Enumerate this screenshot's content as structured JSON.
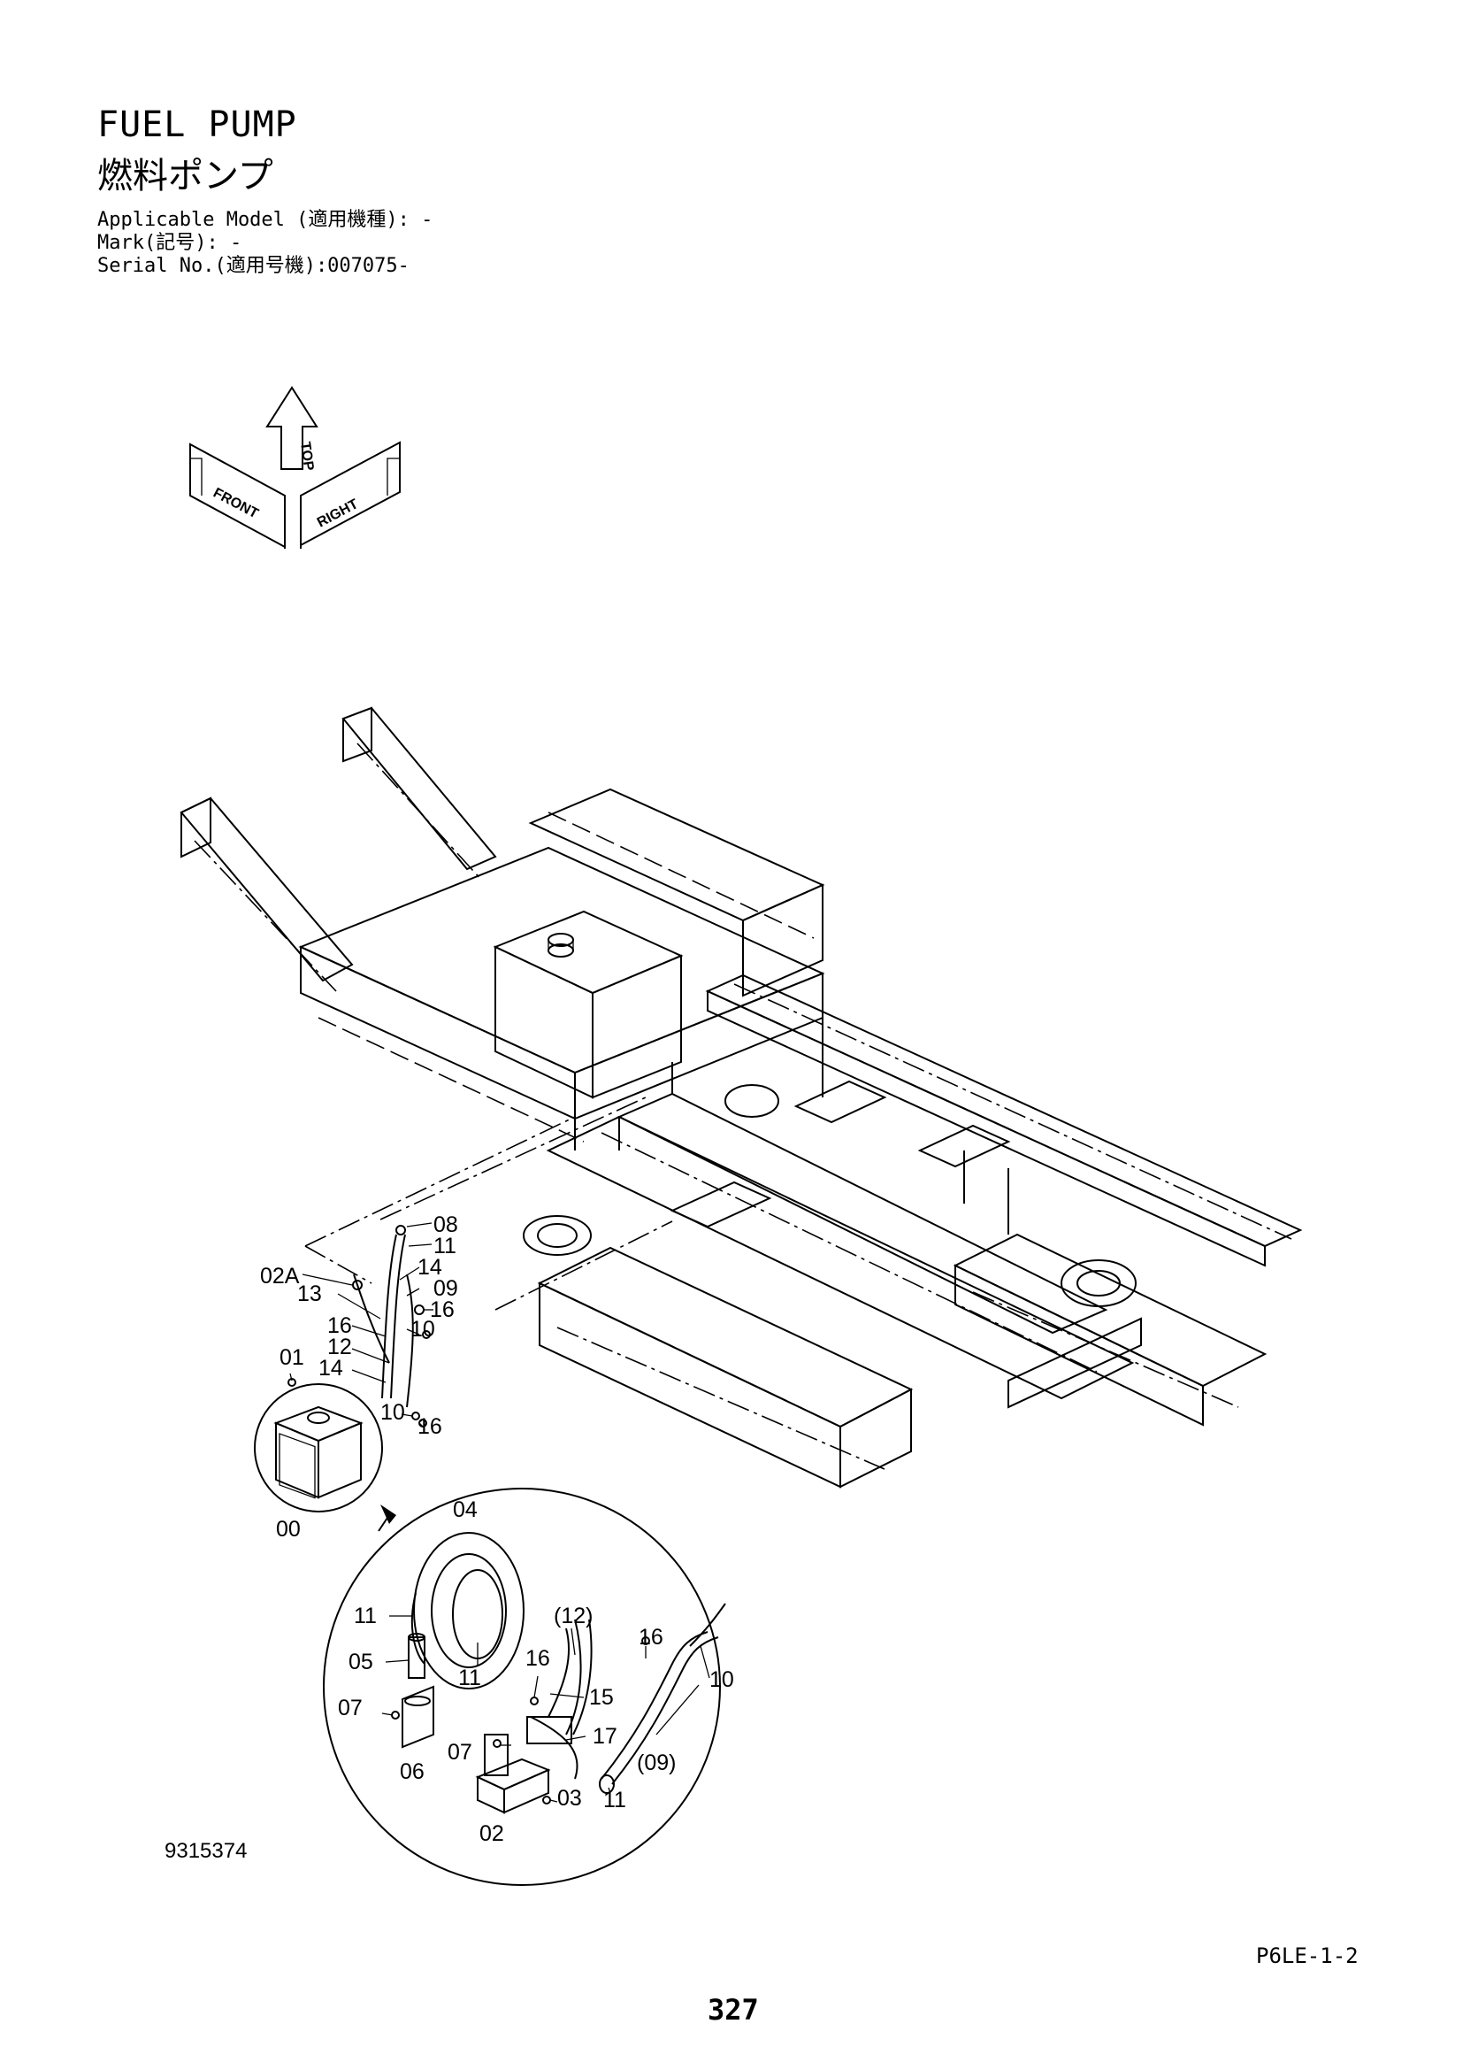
{
  "header": {
    "title_en": "FUEL PUMP",
    "title_ja": "燃料ポンプ",
    "applicable_model": "Applicable Model (適用機種): -",
    "mark": "Mark(記号): -",
    "serial_no": "Serial No.(適用号機):007075-"
  },
  "orientation": {
    "top": "TOP",
    "front": "FRONT",
    "right": "RIGHT"
  },
  "callouts": {
    "c08": "08",
    "c11a": "11",
    "c02A": "02A",
    "c14a": "14",
    "c13": "13",
    "c09a": "09",
    "c16a": "16",
    "c16b": "16",
    "c10a": "10",
    "c12a": "12",
    "c01": "01",
    "c14b": "14",
    "c10b": "10",
    "c16c": "16",
    "c00": "00",
    "c04": "04",
    "c11b": "11",
    "c12b": "(12)",
    "c16d": "16",
    "c16e": "16",
    "c10c": "10",
    "c05": "05",
    "c15": "15",
    "c11c": "11",
    "c07a": "07",
    "c17": "17",
    "c09b": "(09)",
    "c07b": "07",
    "c06": "06",
    "c03": "03",
    "c11d": "11",
    "c02": "02"
  },
  "footer": {
    "drawing_no": "9315374",
    "catalog_code": "P6LE-1-2",
    "page_no": "327"
  }
}
